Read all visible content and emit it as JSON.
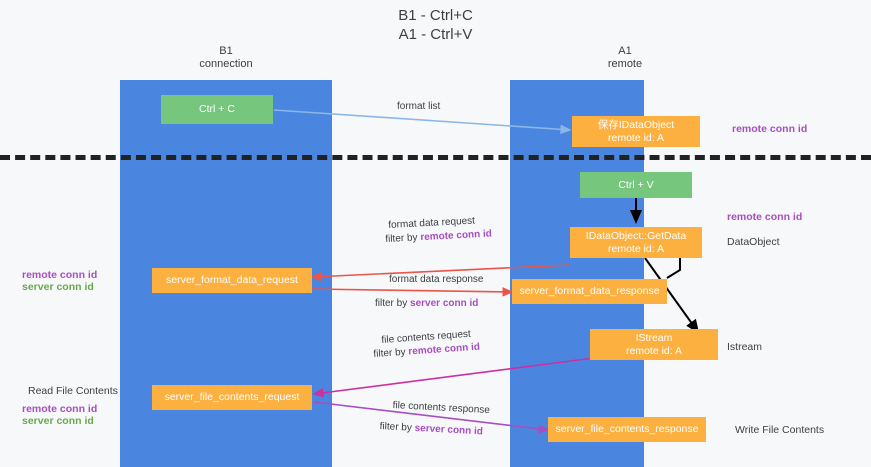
{
  "title": "B1 - Ctrl+C\nA1 - Ctrl+V",
  "columns": {
    "left": "B1\nconnection",
    "right": "A1\nremote"
  },
  "colors": {
    "lane": "#4a86e0",
    "green_box": "#76c67d",
    "orange_box": "#fbb040",
    "purple_text": "#a74ec0",
    "green_text": "#6aa84f",
    "blue_arrow": "#8ab6e8",
    "red_arrow": "#e8564a",
    "magenta_arrow": "#cc2fa0",
    "violet_arrow": "#a74ec0",
    "black_arrow": "#000000",
    "divider": "#222222",
    "page_bg": "#f7f8fa"
  },
  "boxes": {
    "ctrl_c": "Ctrl + C",
    "ctrl_v": "Ctrl + V",
    "save_idataobject_line1": "保存IDataObject",
    "save_idataobject_line2": "remote id: A",
    "getdata_line1": "IDataObject::GetData",
    "getdata_line2": "remote id: A",
    "istream_line1": "IStream",
    "istream_line2": "remote id: A",
    "server_format_data_request": "server_format_data_request",
    "server_format_data_response": "server_format_data_response",
    "server_file_contents_request": "server_file_contents_request",
    "server_file_contents_response": "server_file_contents_response"
  },
  "edge_labels": {
    "format_list": "format list",
    "format_data_request": "format data request",
    "format_data_request_filter_prefix": "filter by ",
    "format_data_request_filter_key": "remote conn id",
    "format_data_response": "format data response",
    "format_data_response_filter_prefix": "filter by ",
    "format_data_response_filter_key": "server conn id",
    "file_contents_request": "file contents request",
    "file_contents_request_filter_prefix": "filter by ",
    "file_contents_request_filter_key": "remote conn id",
    "file_contents_response": "file contents response",
    "file_contents_response_filter_prefix": "filter by ",
    "file_contents_response_filter_key": "server conn id"
  },
  "right_labels": {
    "remote_conn_id_top": "remote conn id",
    "remote_conn_id_mid": "remote conn id",
    "dataobject": "DataObject",
    "istream": "Istream",
    "write_file_contents": "Write File Contents"
  },
  "left_labels": {
    "remote_conn_id_mid": "remote conn id",
    "server_conn_id_mid": "server conn id",
    "read_file_contents": "Read File Contents",
    "remote_conn_id_bottom": "remote conn id",
    "server_conn_id_bottom": "server conn id"
  }
}
